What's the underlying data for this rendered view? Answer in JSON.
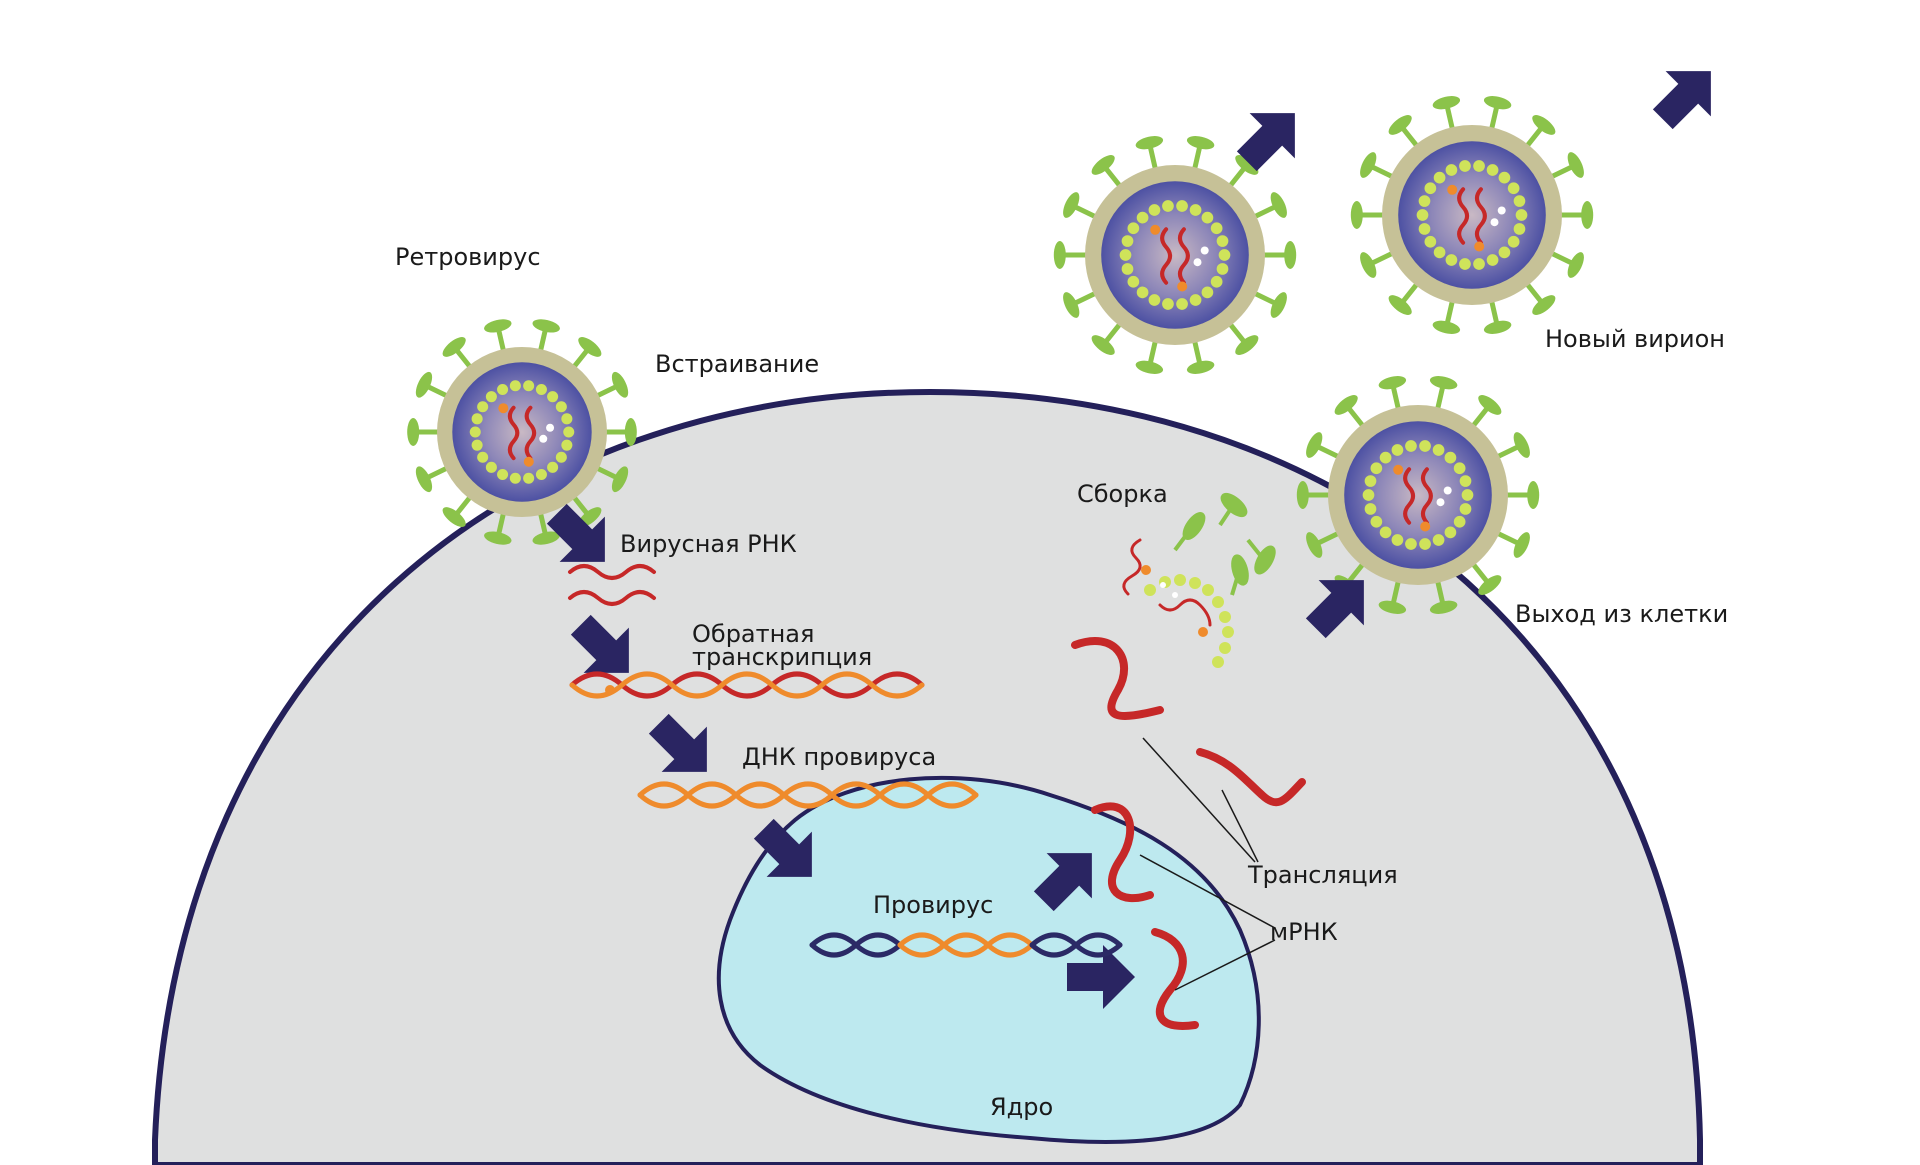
{
  "colors": {
    "cell_fill": "#dfe0e0",
    "cell_stroke": "#24205a",
    "nucleus_fill": "#bde9ef",
    "arrow": "#2a2562",
    "virus_spike": "#8bc34a",
    "virus_envelope": "#c6c197",
    "virus_capsid": "#5558a8",
    "virus_dots": "#cfe35a",
    "rna": "#c62828",
    "dna_orange": "#ef8b2c",
    "dna_navy": "#2b2a66"
  },
  "labels": {
    "retrovirus": "Ретровирус",
    "integration": "Встраивание",
    "viral_rna": "Вирусная РНК",
    "reverse_transcription_1": "Обратная",
    "reverse_transcription_2": "транскрипция",
    "provirus_dna": "ДНК провируса",
    "provirus": "Провирус",
    "nucleus": "Ядро",
    "mrna": "мРНК",
    "translation": "Трансляция",
    "assembly": "Сборка",
    "new_virion": "Новый вирион",
    "cell_exit": "Выход из клетки"
  },
  "icons": [
    "virus-icon",
    "arrow-icon",
    "rna-strand-icon",
    "dna-helix-icon"
  ]
}
